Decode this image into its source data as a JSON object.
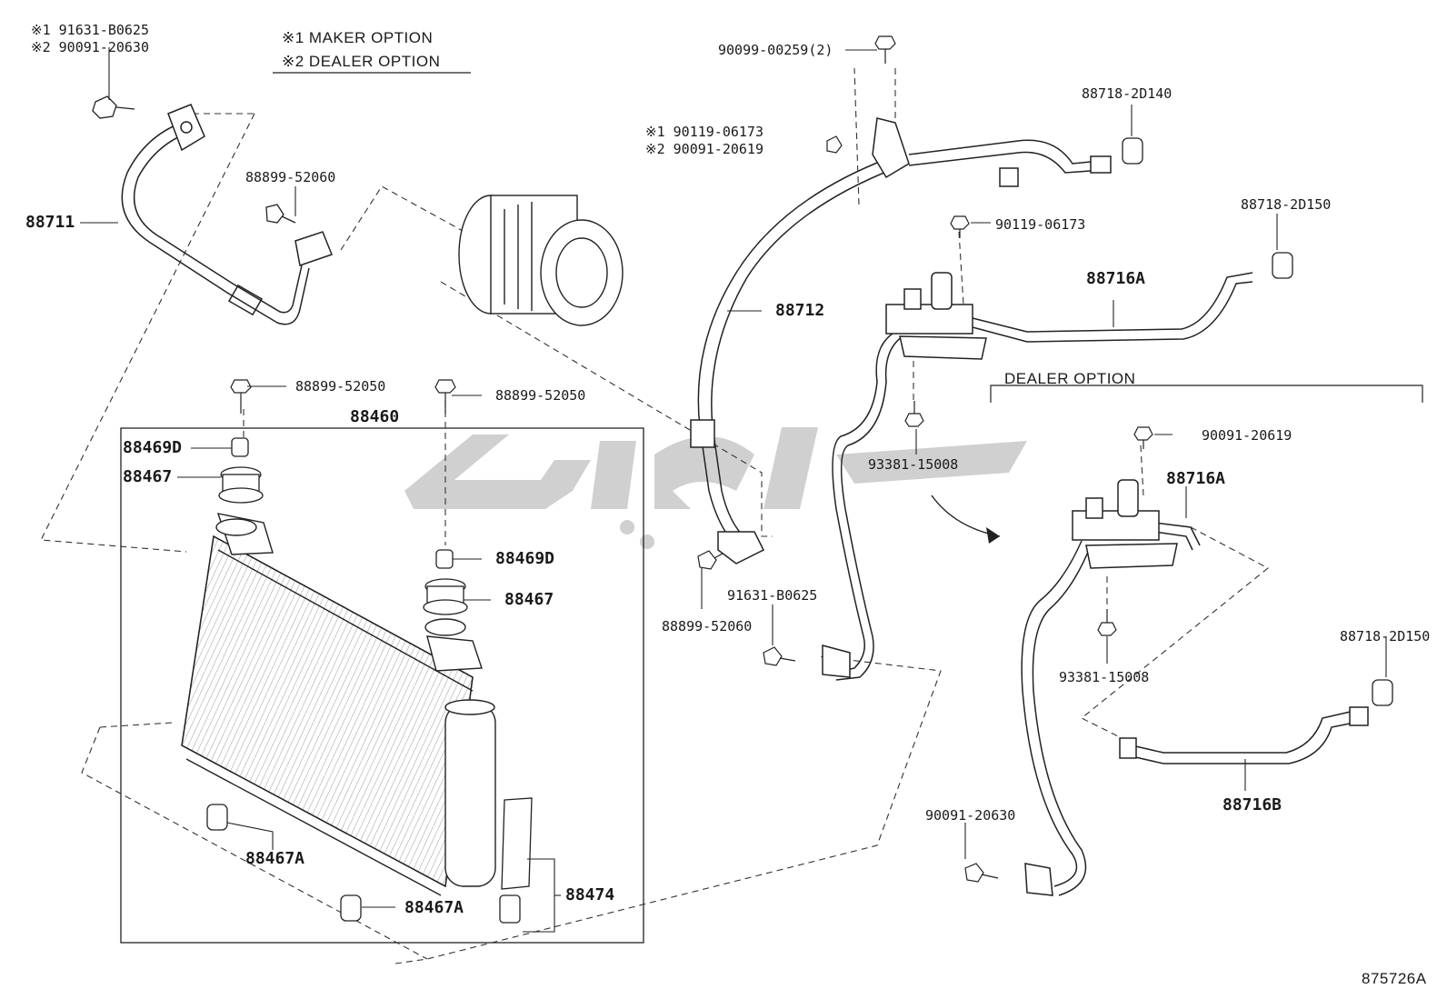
{
  "legend": {
    "line1": "※1 MAKER OPTION",
    "line2": "※2 DEALER OPTION"
  },
  "dealer_option_header": "DEALER OPTION",
  "diagram_code": "875726A",
  "labels": {
    "top_left_opt1": "※1  91631-B0625",
    "top_left_opt2": "※2  90091-20630",
    "p88711": "88711",
    "p88899_52060_a": "88899-52060",
    "p88899_52050_a": "88899-52050",
    "p88899_52050_b": "88899-52050",
    "p88460": "88460",
    "p88469D_a": "88469D",
    "p88467_a": "88467",
    "p88469D_b": "88469D",
    "p88467_b": "88467",
    "p88467A_a": "88467A",
    "p88467A_b": "88467A",
    "p88474": "88474",
    "p90099": "90099-00259(2)",
    "mid_opt1": "※1  90119-06173",
    "mid_opt2": "※2  90091-20619",
    "p88712": "88712",
    "p88718_2D140": "88718-2D140",
    "p90119_06173": "90119-06173",
    "p88718_2D150_a": "88718-2D150",
    "p88716A_a": "88716A",
    "p93381_a": "93381-15008",
    "p91631_B0625": "91631-B0625",
    "p88899_52060_b": "88899-52060",
    "p90091_20619": "90091-20619",
    "p88716A_b": "88716A",
    "p93381_b": "93381-15008",
    "p88718_2D150_b": "88718-2D150",
    "p88716B": "88716B",
    "p90091_20630": "90091-20630"
  }
}
